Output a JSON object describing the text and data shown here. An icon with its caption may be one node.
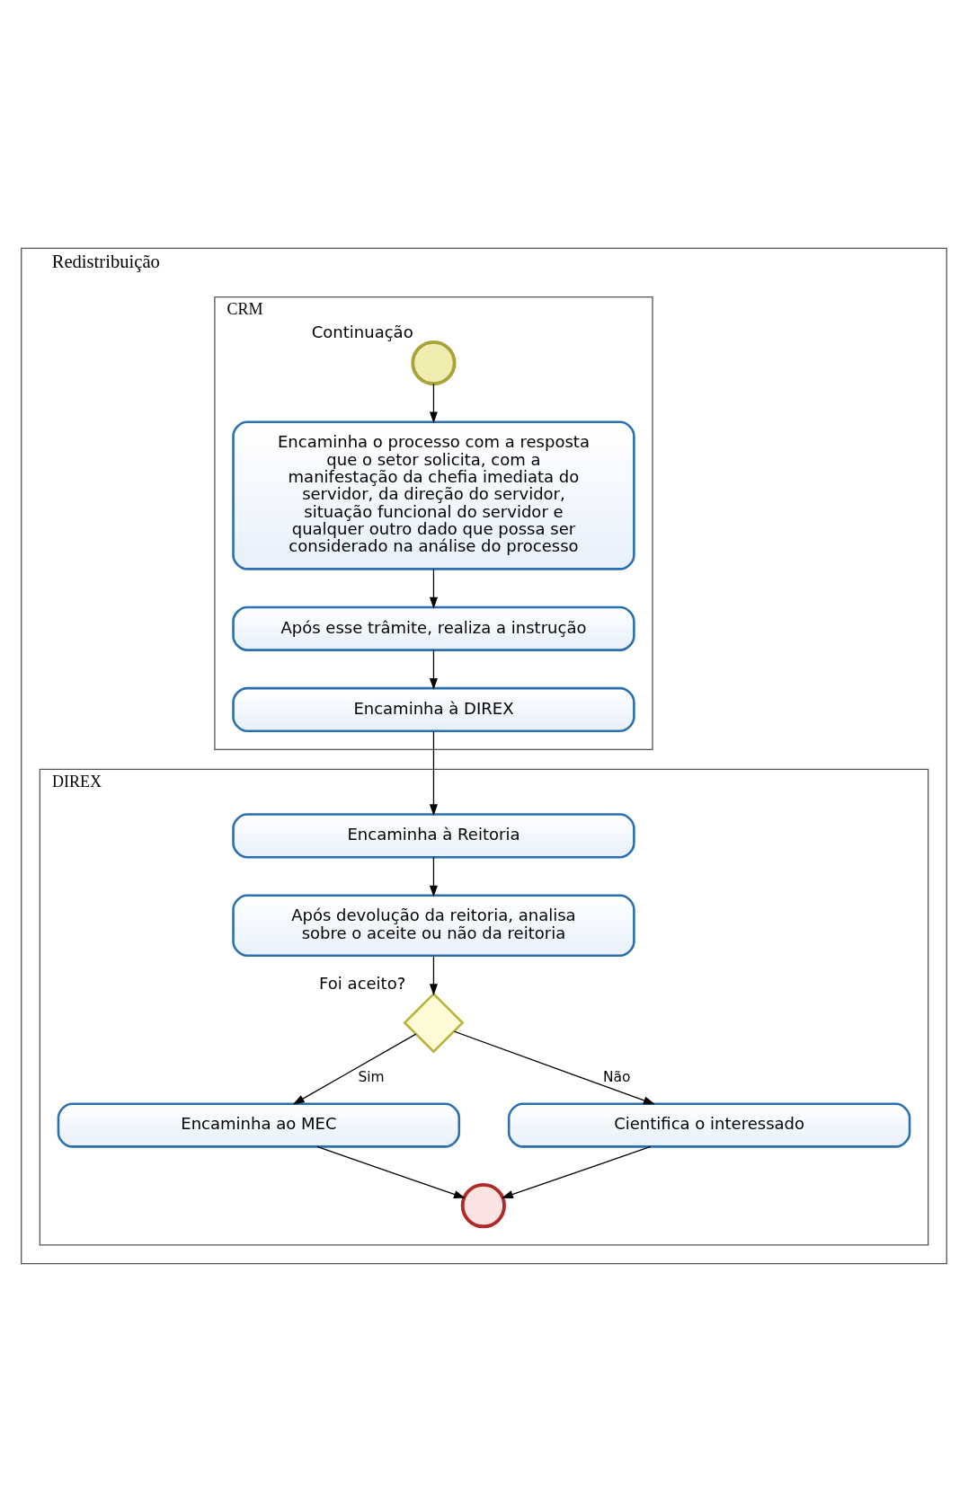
{
  "diagram": {
    "nodes": [
      {
        "text": [
          "Redistribuição"
        ]
      },
      {
        "text": [
          "CRM"
        ],
        "in": 0
      },
      {
        "text": [
          "DIREX"
        ],
        "in": 0
      },
      {
        "text": [],
        "shape": "circle",
        "beside": [
          "Continuação"
        ],
        "in": 1
      },
      {
        "text": [
          "Encaminha o processo com a resposta que o setor solicita, com a manifestação da chefia imediata do servidor, da direção do servidor, situação funcional do servidor e qualquer outro dado que possa ser considerado na análise do processo"
        ],
        "in": 1
      },
      {
        "text": [
          "Após esse trâmite, realiza a instrução"
        ],
        "in": 1
      },
      {
        "text": [
          "Encaminha à DIREX"
        ],
        "in": 1
      },
      {
        "text": [
          "Encaminha à Reitoria"
        ],
        "in": 2
      },
      {
        "text": [
          "Após devolução da reitoria, analisa sobre o aceite ou não da reitoria"
        ],
        "in": 2
      },
      {
        "text": [],
        "shape": "diamond",
        "beside": [
          "Foi aceito?"
        ],
        "in": 2
      },
      {
        "text": [
          "Encaminha ao MEC"
        ],
        "in": 2
      },
      {
        "text": [
          "Cientifica o interessado"
        ],
        "in": 2
      },
      {
        "text": [],
        "shape": "circle",
        "in": 2
      }
    ],
    "edges": [
      {
        "from": 3,
        "to": 4,
        "arrow": "to"
      },
      {
        "from": 4,
        "to": 5,
        "arrow": "to"
      },
      {
        "from": 5,
        "to": 6,
        "arrow": "to"
      },
      {
        "from": 6,
        "to": 7,
        "arrow": "to"
      },
      {
        "from": 7,
        "to": 8,
        "arrow": "to"
      },
      {
        "from": 8,
        "to": 9,
        "arrow": "to"
      },
      {
        "from": 9,
        "to": 10,
        "arrow": "to",
        "label": "Sim"
      },
      {
        "from": 9,
        "to": 11,
        "arrow": "to",
        "label": "Não"
      },
      {
        "from": 10,
        "to": 12,
        "arrow": "to"
      },
      {
        "from": 11,
        "to": 12,
        "arrow": "to"
      }
    ]
  }
}
